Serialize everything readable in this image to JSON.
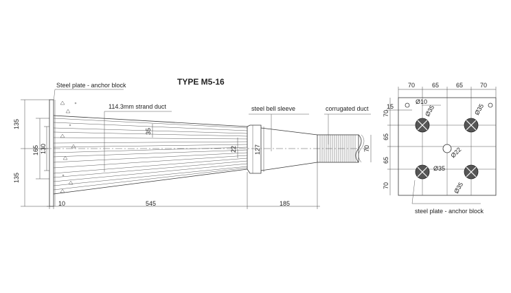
{
  "title": "TYPE M5-16",
  "side_view": {
    "labels": {
      "plate": "Steel plate - anchor block",
      "strand_duct": "114.3mm strand duct",
      "bell": "steel bell sleeve",
      "corrugated": "corrugated duct"
    },
    "dims": {
      "left_top": "135",
      "left_bottom": "135",
      "inner_165": "165",
      "inner_130": "130",
      "d35": "35",
      "d22": "22",
      "d127": "127",
      "d70": "70",
      "b10": "10",
      "b545": "545",
      "b185": "185"
    }
  },
  "plate_view": {
    "top_dims": [
      "70",
      "65",
      "65",
      "70"
    ],
    "left_dims": [
      "70",
      "65",
      "65",
      "70"
    ],
    "dim_15": "15",
    "hole_small": "Ø10",
    "holes": [
      "Ø35",
      "Ø35",
      "Ø22",
      "Ø35",
      "Ø35"
    ],
    "label": "steel plate - anchor block"
  }
}
